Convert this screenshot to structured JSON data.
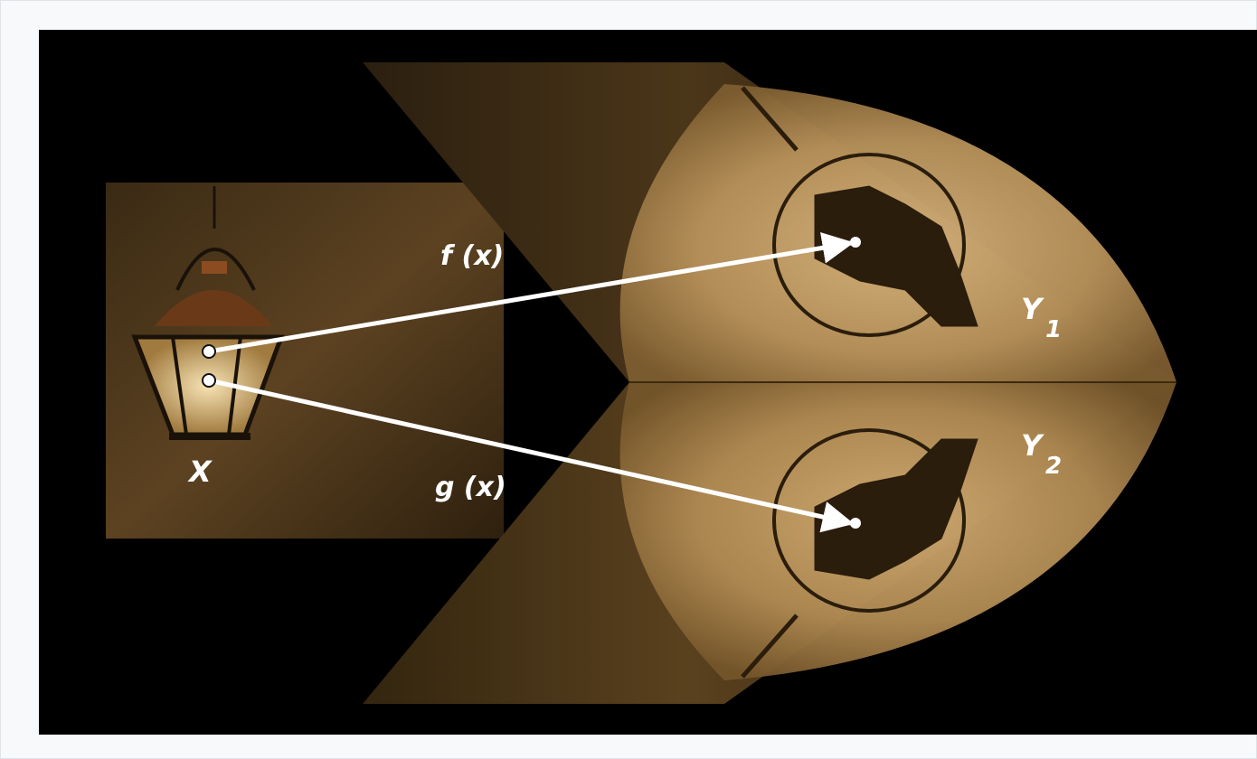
{
  "diagram": {
    "source": {
      "label": "X"
    },
    "maps": [
      {
        "label": "f (x)",
        "target": "Y1"
      },
      {
        "label": "g (x)",
        "target": "Y2"
      }
    ],
    "targets": [
      {
        "letter": "Y",
        "subscript": "1"
      },
      {
        "letter": "Y",
        "subscript": "2"
      }
    ],
    "colors": {
      "background": "#000000",
      "wall": "#7a5a2e",
      "spotlight": "#c8a46e",
      "arrow": "#ffffff"
    }
  }
}
